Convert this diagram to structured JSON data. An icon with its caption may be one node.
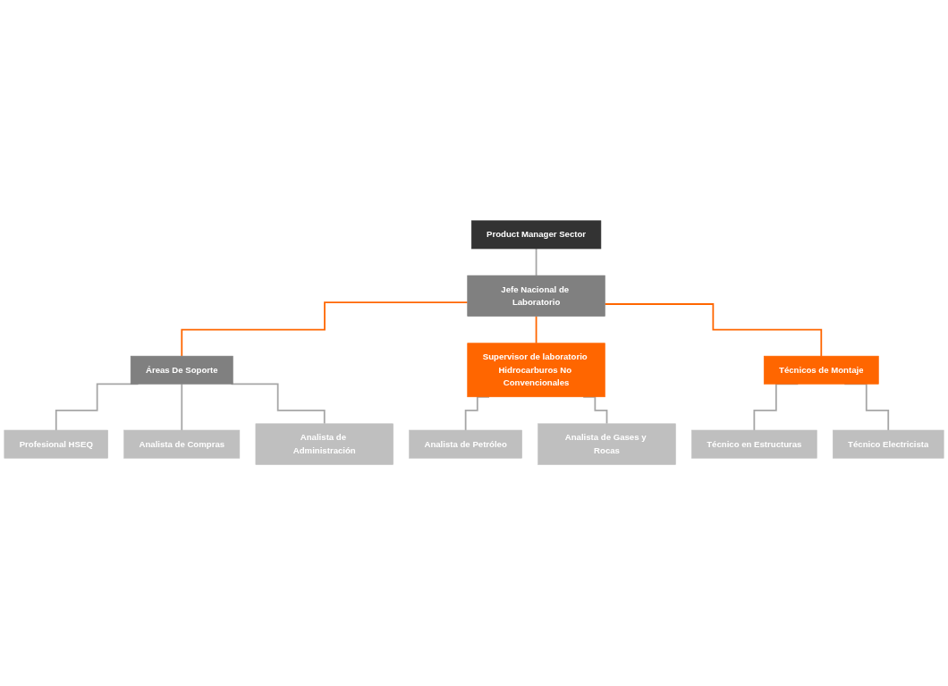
{
  "diagram": {
    "nodes": [
      {
        "text": [
          "Product Manager Sector"
        ]
      },
      {
        "text": [
          "Jefe Nacional de Laboratorio"
        ]
      },
      {
        "text": [
          "Áreas De Soporte"
        ]
      },
      {
        "text": [
          "Supervisor de laboratorio Hidrocarburos No Convencionales"
        ]
      },
      {
        "text": [
          "Técnicos de Montaje"
        ]
      },
      {
        "text": [
          "Analista de Petróleo"
        ]
      },
      {
        "text": [
          "Analista de Gases y Rocas"
        ]
      },
      {
        "text": [
          "Técnico en Estructuras"
        ]
      },
      {
        "text": [
          "Técnico Electricista"
        ]
      },
      {
        "text": [
          "Profesional HSEQ"
        ]
      },
      {
        "text": [
          "Analista de Compras"
        ]
      },
      {
        "text": [
          "Analista de Administración"
        ]
      }
    ],
    "edges": [
      {
        "from": 0,
        "to": 1,
        "arrow": "none"
      },
      {
        "from": 1,
        "to": 2,
        "arrow": "none",
        "color": "#ff6600"
      },
      {
        "from": 1,
        "to": 3,
        "arrow": "none",
        "color": "#ff6600"
      },
      {
        "from": 1,
        "to": 4,
        "arrow": "none",
        "color": "#ff6600"
      },
      {
        "from": 3,
        "to": 5,
        "arrow": "none"
      },
      {
        "from": 3,
        "to": 6,
        "arrow": "none"
      },
      {
        "from": 4,
        "to": 7,
        "arrow": "none"
      },
      {
        "from": 4,
        "to": 8,
        "arrow": "none"
      },
      {
        "from": 2,
        "to": 9,
        "arrow": "none"
      },
      {
        "from": 2,
        "to": 10,
        "arrow": "none"
      },
      {
        "from": 2,
        "to": 11,
        "arrow": "none"
      }
    ]
  }
}
